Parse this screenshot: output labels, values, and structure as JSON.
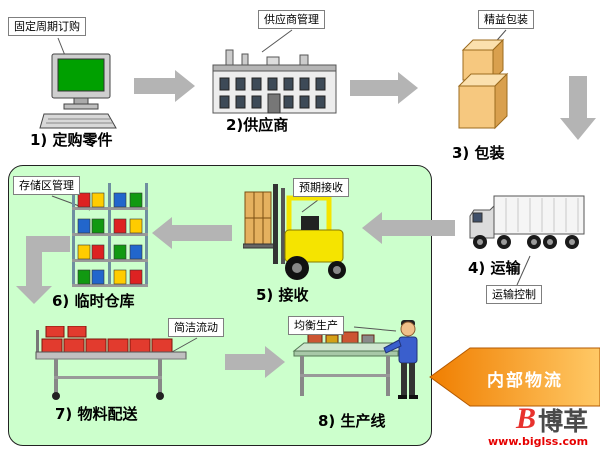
{
  "steps": {
    "order": {
      "label": "1)  定购零件",
      "callout": "固定周期订购"
    },
    "supplier": {
      "label": "2)供应商",
      "callout": "供应商管理"
    },
    "packaging": {
      "label": "3) 包装",
      "callout": "精益包装"
    },
    "transport": {
      "label": "4) 运输",
      "callout": "运输控制"
    },
    "receiving": {
      "label": "5) 接收",
      "callout": "预期接收"
    },
    "warehouse": {
      "label": "6) 临时仓库",
      "callout": "存储区管理"
    },
    "delivery": {
      "label": "7)  物料配送",
      "callout": "简洁流动"
    },
    "production": {
      "label": "8) 生产线",
      "callout": "均衡生产"
    }
  },
  "internal_logistics": {
    "label": "内部物流"
  },
  "watermark": {
    "mark": "B",
    "name": "博革",
    "url": "www.biglss.com"
  },
  "colors": {
    "green_area": "#CCFFCC",
    "arrow_gray": "#B4B4B4",
    "internal_arrow_orange": "#FF8A00",
    "screen_green": "#00A000",
    "forklift_yellow": "#F5E400",
    "box_tan": "#F6C87F",
    "bin_red": "#E23B2E"
  }
}
